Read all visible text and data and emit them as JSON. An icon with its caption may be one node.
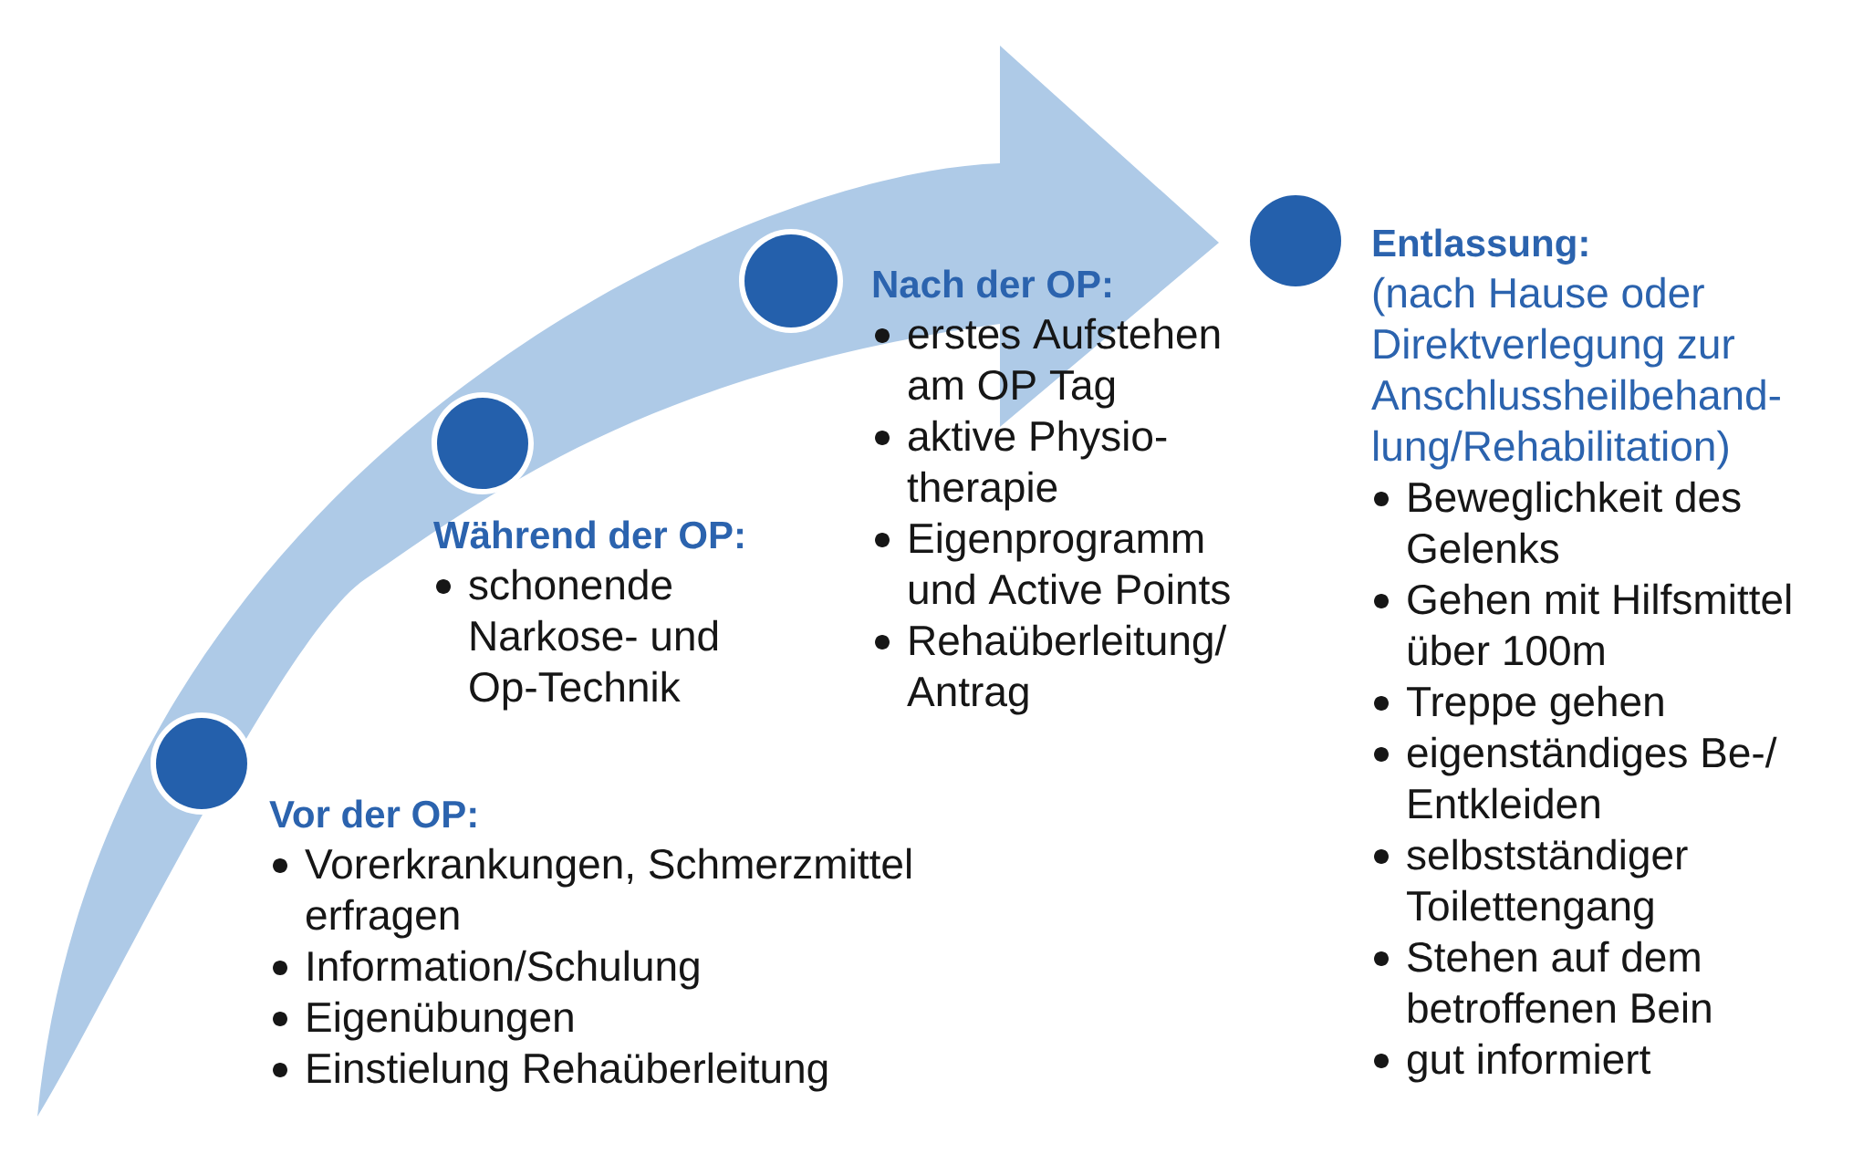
{
  "diagram": {
    "nodes": [
      {
        "text": [],
        "shape": "circle",
        "beside": [
          "Vor der OP:",
          "Vorerkrankungen, Schmerzmittel erfragen",
          "Information/Schulung",
          "Eigenübungen",
          "Einstielung Rehaüberleitung"
        ]
      },
      {
        "text": [],
        "shape": "circle",
        "beside": [
          "Während der OP:",
          "schonende Narkose- und Op-Technik"
        ]
      },
      {
        "text": [],
        "shape": "circle",
        "beside": [
          "Nach der OP:",
          "erstes Aufstehen am OP Tag",
          "aktive Physio- therapie",
          "Eigenprogramm und Active Points",
          "Rehaüberleitung/ Antrag"
        ]
      },
      {
        "text": [],
        "shape": "circle",
        "beside": [
          "Entlassung:",
          "(nach Hause oder Direktverlegung zur Anschlussheilbehand- lung/Rehabilitation)",
          "Beweglichkeit des Gelenks",
          "Gehen mit Hilfsmittel über 100m",
          "Treppe gehen",
          "eigenständiges Be-/ Entkleiden",
          "selbstständiger Toilettengang",
          "Stehen auf dem betroffenen Bein",
          "gut informiert"
        ]
      }
    ]
  }
}
